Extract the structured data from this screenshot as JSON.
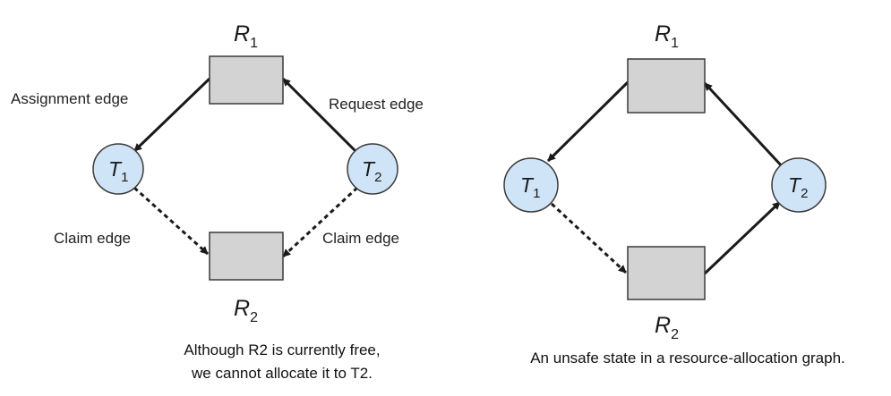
{
  "colors": {
    "resource_fill": "#d3d3d3",
    "resource_stroke": "#3a3a3a",
    "thread_fill": "#cfe4f7",
    "thread_stroke": "#3a3a3a",
    "edge": "#1a1a1a",
    "text": "#222222"
  },
  "left_graph": {
    "resource_top": {
      "letter": "R",
      "index": "1"
    },
    "resource_bottom": {
      "letter": "R",
      "index": "2"
    },
    "thread_left": {
      "letter": "T",
      "index": "1"
    },
    "thread_right": {
      "letter": "T",
      "index": "2"
    },
    "edge_labels": {
      "assignment": "Assignment edge",
      "request": "Request edge",
      "claim_left": "Claim edge",
      "claim_right": "Claim edge"
    },
    "caption": {
      "line1": "Although R2 is currently free,",
      "line2": "we cannot allocate it to T2."
    }
  },
  "right_graph": {
    "resource_top": {
      "letter": "R",
      "index": "1"
    },
    "resource_bottom": {
      "letter": "R",
      "index": "2"
    },
    "thread_left": {
      "letter": "T",
      "index": "1"
    },
    "thread_right": {
      "letter": "T",
      "index": "2"
    },
    "caption": "An unsafe state in a resource-allocation graph."
  }
}
